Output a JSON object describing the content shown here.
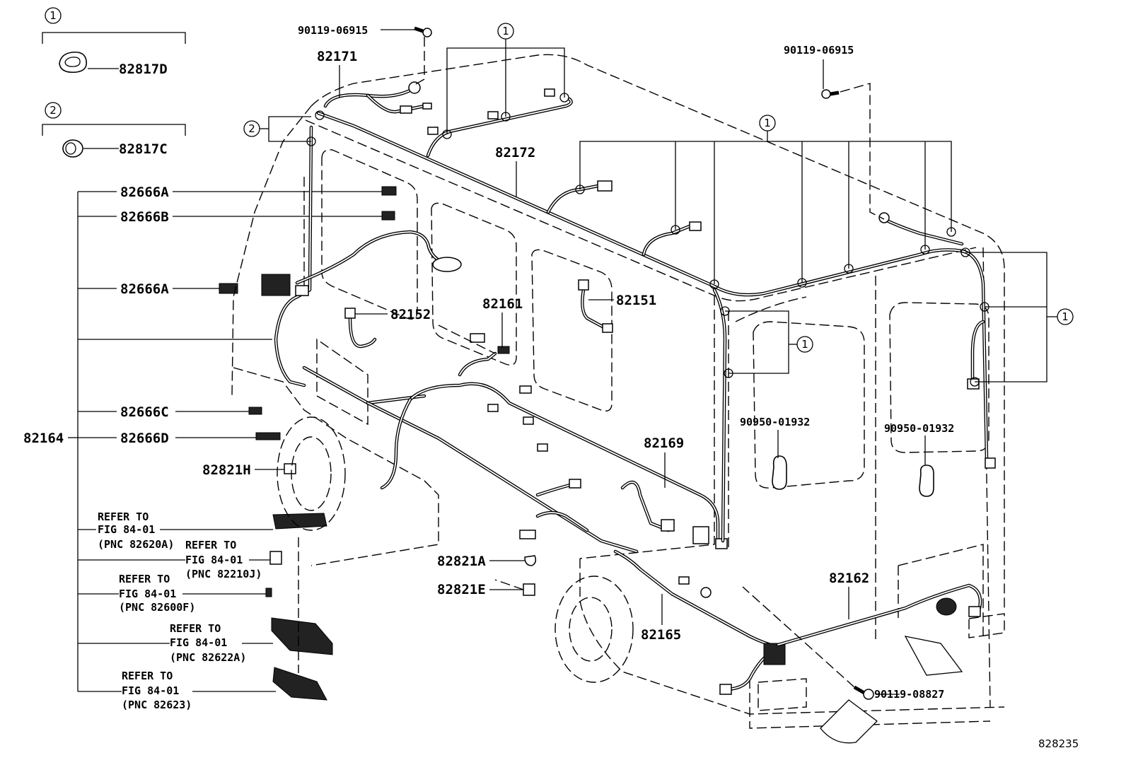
{
  "diagram_code": "828235",
  "callouts": {
    "c1": "1",
    "c2": "2"
  },
  "parts": {
    "p82817D": "82817D",
    "p82817C": "82817C",
    "p82666A_top": "82666A",
    "p82666B": "82666B",
    "p82666A_mid": "82666A",
    "p82666C": "82666C",
    "p82666D": "82666D",
    "p82164": "82164",
    "p82821H": "82821H",
    "p82171": "82171",
    "p82172": "82172",
    "p82152": "82152",
    "p82161": "82161",
    "p82151": "82151",
    "p82169": "82169",
    "p82821A": "82821A",
    "p82821E": "82821E",
    "p82165": "82165",
    "p82162": "82162",
    "bolt_top_left": "90119-06915",
    "bolt_top_right": "90119-06915",
    "bolt_bottom": "90119-08827",
    "grommet_left": "90950-01932",
    "grommet_right": "90950-01932"
  },
  "references": {
    "r1": {
      "line1": "REFER TO",
      "line2": "FIG 84-01",
      "line3": "(PNC 82620A)"
    },
    "r2": {
      "line1": "REFER TO",
      "line2": "FIG 84-01",
      "line3": "(PNC 82210J)"
    },
    "r3": {
      "line1": "REFER TO",
      "line2": "FIG 84-01",
      "line3": "(PNC 82600F)"
    },
    "r4": {
      "line1": "REFER TO",
      "line2": "FIG 84-01",
      "line3": "(PNC 82622A)"
    },
    "r5": {
      "line1": "REFER TO",
      "line2": "FIG 84-01",
      "line3": "(PNC 82623)"
    }
  }
}
